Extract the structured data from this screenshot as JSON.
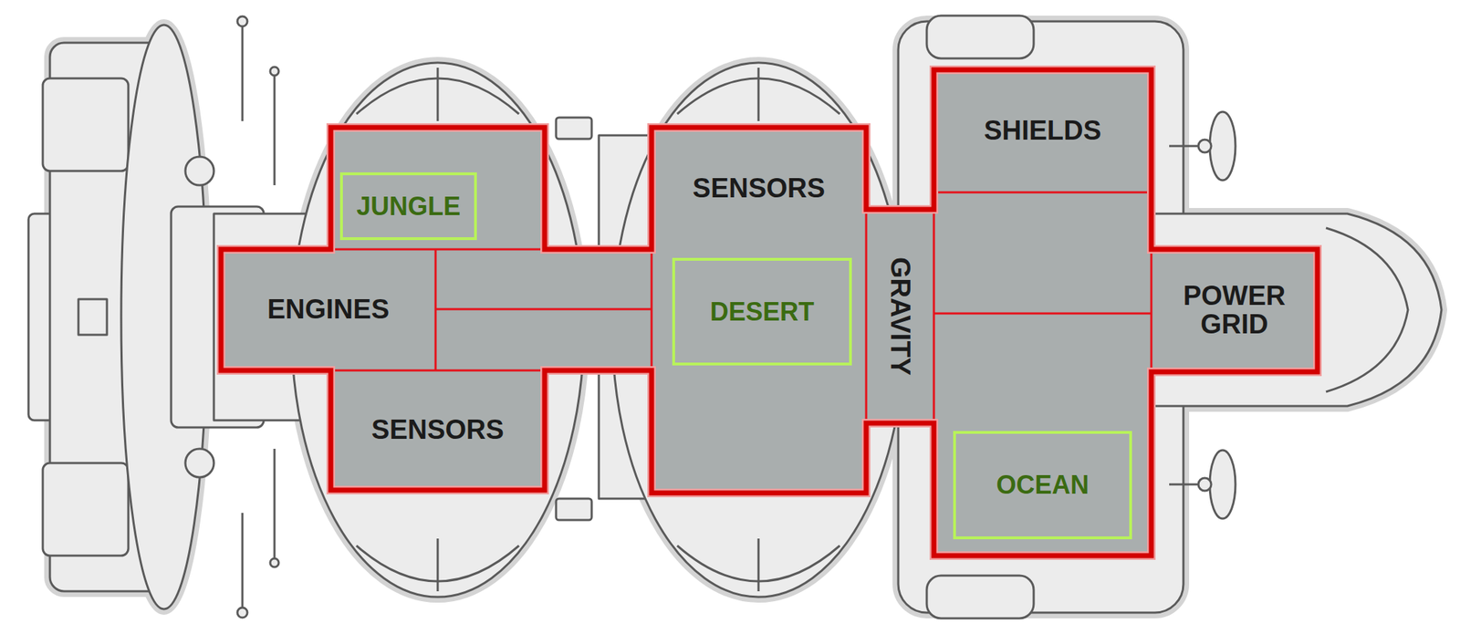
{
  "diagram": {
    "nodes": [
      {
        "text": [
          "JUNGLE"
        ]
      },
      {
        "text": [
          "ENGINES"
        ]
      },
      {
        "text": [
          "SENSORS"
        ]
      },
      {
        "text": [
          "SENSORS"
        ]
      },
      {
        "text": [
          "DESERT"
        ],
        "in": 3
      },
      {
        "text": [
          "GRAVITY"
        ]
      },
      {
        "text": [
          "SHIELDS"
        ]
      },
      {
        "text": [
          "POWER GRID"
        ]
      },
      {
        "text": [
          "OCEAN"
        ]
      }
    ]
  }
}
